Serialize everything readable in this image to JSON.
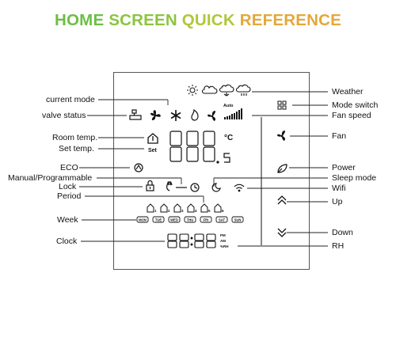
{
  "title": {
    "words": [
      {
        "text": "HOME ",
        "color": "#6cbe45"
      },
      {
        "text": "SCREEN ",
        "color": "#8bc43f"
      },
      {
        "text": "QUICK ",
        "color": "#b2c63b"
      },
      {
        "text": "REFERENCE",
        "color": "#e3a83b"
      }
    ]
  },
  "labels_left": {
    "current_mode": "current mode",
    "valve_status": "valve status",
    "room_temp": "Room temp.",
    "set_temp": "Set temp.",
    "eco": "ECO",
    "manual_programmable": "Manual/Programmable",
    "lock": "Lock",
    "period": "Period",
    "week": "Week",
    "clock": "Clock"
  },
  "labels_right": {
    "weather": "Weather",
    "mode_switch": "Mode switch",
    "fan_speed": "Fan speed",
    "fan": "Fan",
    "power": "Power",
    "sleep_mode": "Sleep mode",
    "wifi": "Wifi",
    "up": "Up",
    "down": "Down",
    "rh": "RH"
  },
  "display": {
    "auto": "Auto",
    "celsius": "°C",
    "set": "Set",
    "pm": "PM",
    "am": "AM",
    "rh_unit": "%RH",
    "period_numbers": [
      "1",
      "2",
      "3",
      "4",
      "5",
      "6"
    ],
    "days": [
      "MON",
      "TUE",
      "WED",
      "THU",
      "FRI",
      "SAT",
      "SUN"
    ]
  },
  "icons": [
    "sun-icon",
    "cloud-icon",
    "rain-icon",
    "snow-icon",
    "grid-icon",
    "snowflake-icon",
    "flame-icon",
    "fan-icon",
    "house-icon",
    "eco-icon",
    "lock-icon",
    "hand-icon",
    "clock-icon",
    "moon-icon",
    "wifi-icon",
    "leaf-icon",
    "chevron-up-icon",
    "chevron-down-icon"
  ]
}
